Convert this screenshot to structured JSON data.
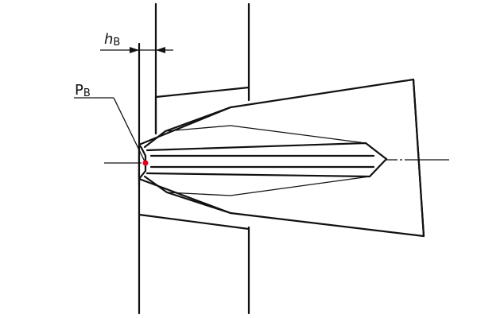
{
  "labels": {
    "dimension": "h",
    "dimension_sub": "B",
    "point": "P",
    "point_sub": "B"
  },
  "colors": {
    "line": "#111111",
    "point_marker": "#e0001b",
    "background": "#ffffff"
  }
}
